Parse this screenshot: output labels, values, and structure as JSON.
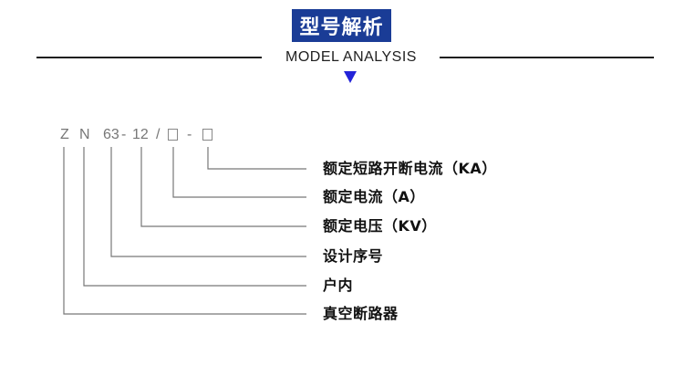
{
  "header": {
    "title": "型号解析",
    "subtitle": "MODEL ANALYSIS",
    "colors": {
      "title_bg": "#1a3c96",
      "arrow": "#2323d8"
    }
  },
  "model_code": {
    "z": "Z",
    "n": "N",
    "series": "63",
    "dash1": "-",
    "voltage": "12",
    "slash": "/",
    "dash2": "-"
  },
  "labels": [
    "额定短路开断电流（KA）",
    "额定电流（A）",
    "额定电压（KV）",
    "设计序号",
    "户内",
    "真空断路器"
  ]
}
